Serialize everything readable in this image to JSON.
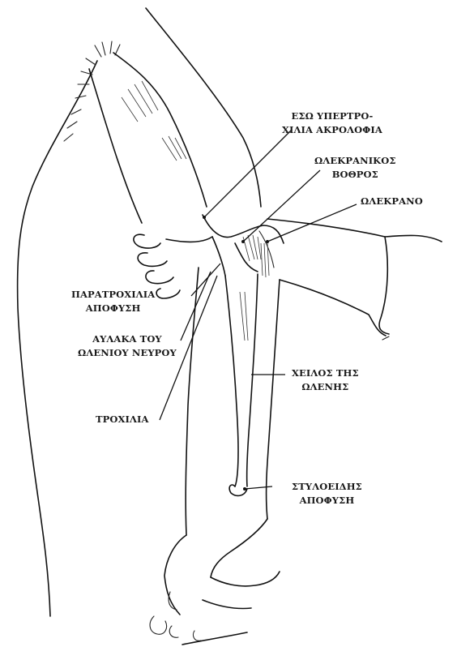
{
  "labels": {
    "eso_ypertrochilia": [
      "ΕΣΩ ΥΠΕΡΤΡΟ-",
      "ΧΙΛΙΑ ΑΚΡΟΛΟΦΙΑ"
    ],
    "olekranikos_vothros": [
      "ΩΛΕΚΡΑΝΙΚΟΣ",
      "ΒΟΘΡΟΣ"
    ],
    "olekrano": [
      "ΩΛΕΚΡΑΝΟ"
    ],
    "paratrochilia_apofysi": [
      "ΠΑΡΑΤΡΟΧΙΛΙΑ",
      "ΑΠΟΦΥΣΗ"
    ],
    "aylaka_oleniou_neyrou": [
      "ΑΥΛΑΚΑ ΤΟΥ",
      "ΩΛΕΝΙΟΥ ΝΕΥΡΟΥ"
    ],
    "trochilia": [
      "ΤΡΟΧΙΛΙΑ"
    ],
    "cheilos_olenis": [
      "ΧΕΙΛΟΣ ΤΗΣ",
      "ΩΛΕΝΗΣ"
    ],
    "styloeidis_apofysi": [
      "ΣΤΥΛΟΕΙΔΗΣ",
      "ΑΠΟΦΥΣΗ"
    ]
  }
}
